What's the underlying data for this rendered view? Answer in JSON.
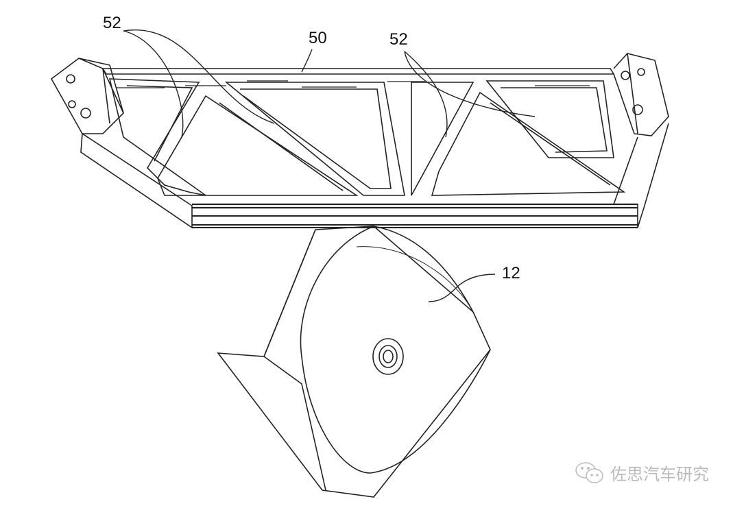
{
  "labels": {
    "bracket_rib_left": "52",
    "bracket": "50",
    "bracket_rib_right": "52",
    "motor": "12"
  },
  "watermark": {
    "icon": "wechat-icon",
    "text": "佐思汽车研究"
  }
}
